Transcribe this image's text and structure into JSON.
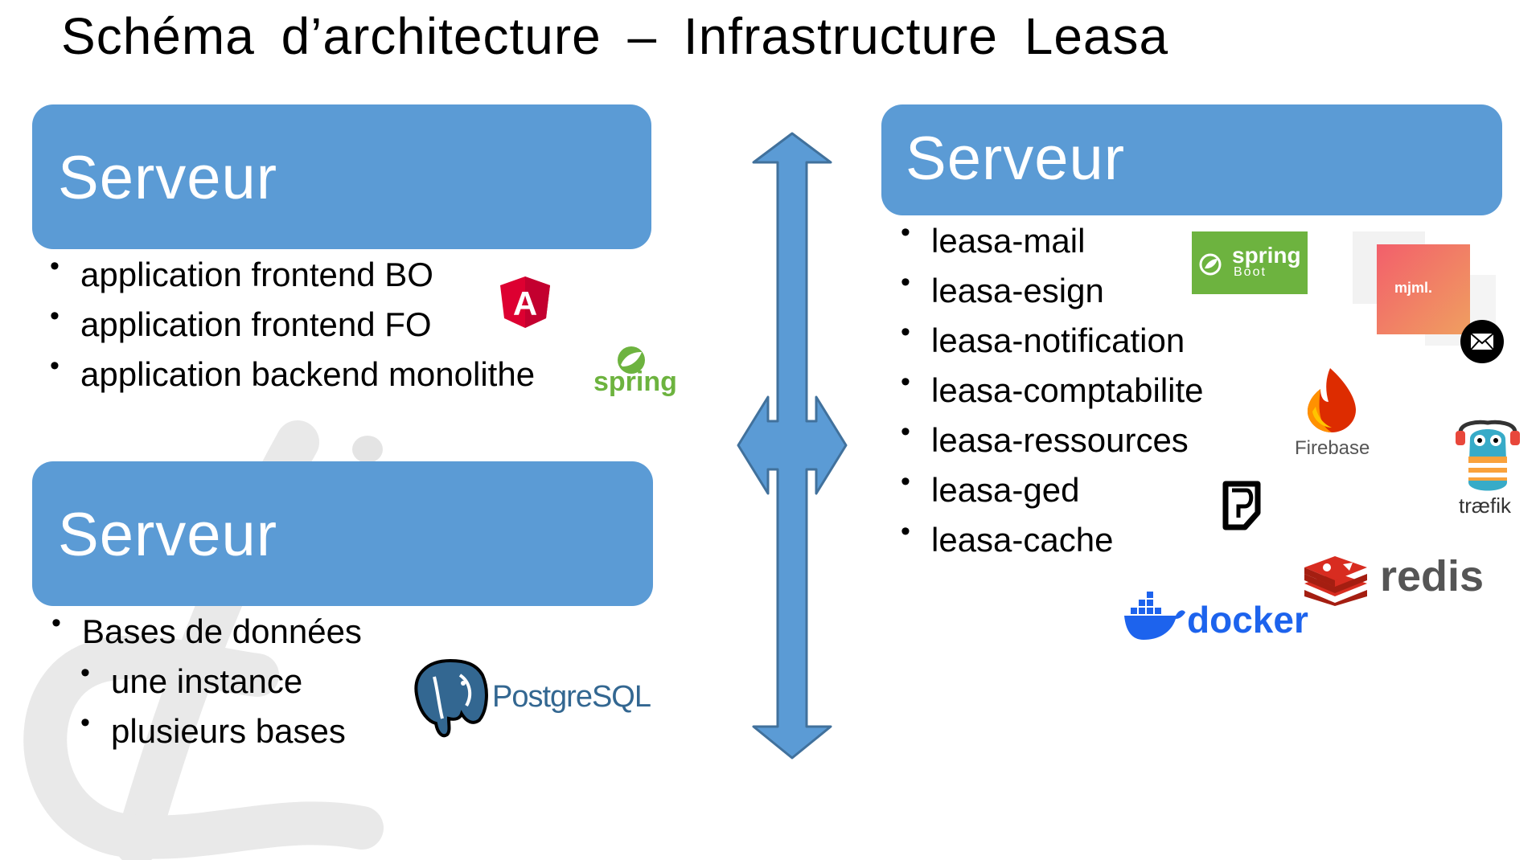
{
  "title": "Schéma d’architecture – Infrastructure Leasa",
  "boxes": {
    "top_left": {
      "label": "Serveur",
      "items": [
        "application frontend BO",
        "application frontend FO",
        "application backend monolithe"
      ]
    },
    "bottom_left": {
      "label": "Serveur",
      "items": [
        "Bases de données"
      ],
      "subitems": [
        "une instance",
        "plusieurs bases"
      ]
    },
    "right": {
      "label": "Serveur",
      "items": [
        "leasa-mail",
        "leasa-esign",
        "leasa-notification",
        "leasa-comptabilite",
        "leasa-ressources",
        "leasa-ged",
        "leasa-cache"
      ]
    }
  },
  "logos": {
    "angular": {
      "icon": "angular-icon",
      "text": "A"
    },
    "spring": {
      "icon": "spring-icon",
      "text": "spring"
    },
    "postgresql": {
      "icon": "postgresql-icon",
      "text": "PostgreSQL"
    },
    "spring_boot": {
      "icon": "spring-boot-icon",
      "text_line1": "spring",
      "text_line2": "Boot"
    },
    "mjml": {
      "icon": "mjml-icon",
      "text": "mjml."
    },
    "firebase": {
      "icon": "firebase-icon",
      "text": "Firebase"
    },
    "traefik": {
      "icon": "traefik-icon",
      "text": "træfik"
    },
    "redis": {
      "icon": "redis-icon",
      "text": "redis"
    },
    "docker": {
      "icon": "docker-icon",
      "text": "docker"
    },
    "document": {
      "icon": "document-icon"
    },
    "mail": {
      "icon": "mail-icon"
    }
  },
  "colors": {
    "box_blue": "#5b9bd5",
    "arrow_blue": "#5b9bd5",
    "arrow_border": "#41719c",
    "spring_green": "#6db33f",
    "angular_red": "#dd0031",
    "postgres_blue": "#336791",
    "redis_red": "#d82c20",
    "docker_blue": "#1d63ed",
    "watermark_gray": "#e6e6e6"
  }
}
